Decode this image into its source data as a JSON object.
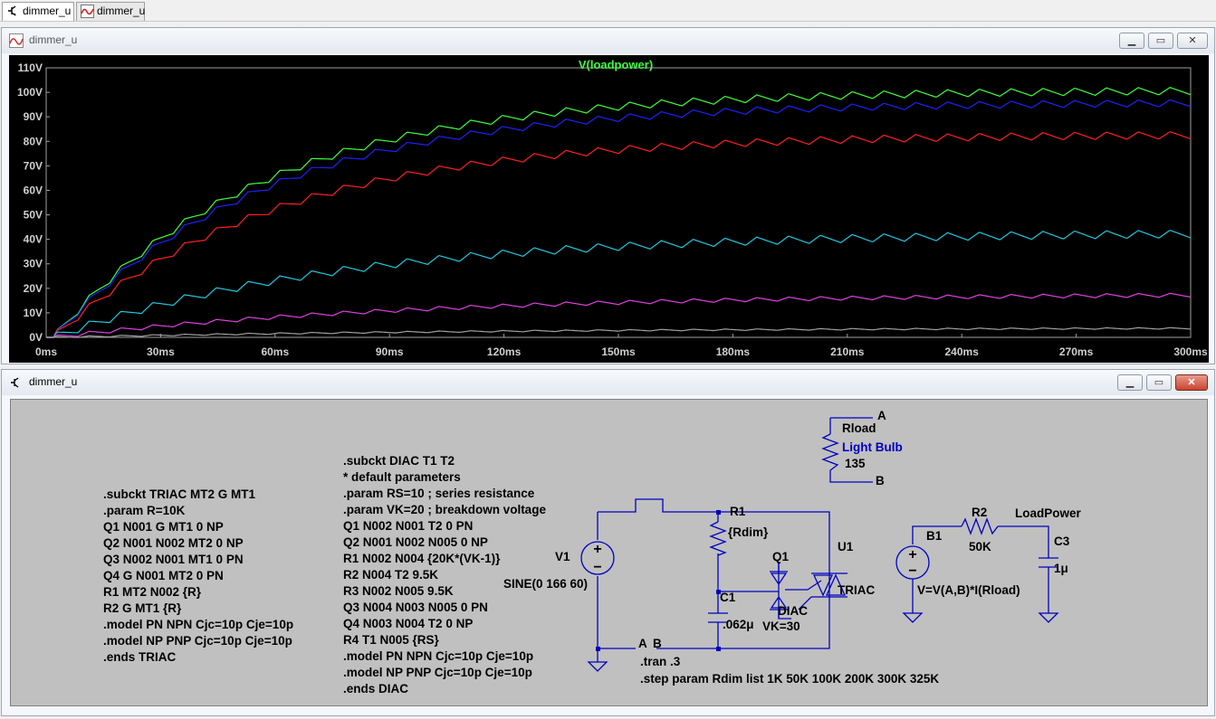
{
  "tabs": [
    {
      "label": "dimmer_u",
      "icon": "schematic-icon",
      "active": true
    },
    {
      "label": "dimmer_u",
      "icon": "waveform-icon",
      "active": false
    }
  ],
  "plot_window": {
    "title": "dimmer_u",
    "buttons": [
      "minimize",
      "restore",
      "close"
    ]
  },
  "schematic_window": {
    "title": "dimmer_u",
    "buttons": [
      "minimize",
      "restore",
      "close"
    ]
  },
  "chart_data": {
    "type": "line",
    "title": "V(loadpower)",
    "xlabel": "",
    "ylabel": "",
    "xlim": [
      0,
      300
    ],
    "ylim": [
      0,
      110
    ],
    "x_unit": "ms",
    "y_unit": "V",
    "x_ticks": [
      "0ms",
      "30ms",
      "60ms",
      "90ms",
      "120ms",
      "150ms",
      "180ms",
      "210ms",
      "240ms",
      "270ms",
      "300ms"
    ],
    "y_ticks": [
      "0V",
      "10V",
      "20V",
      "30V",
      "40V",
      "50V",
      "60V",
      "70V",
      "80V",
      "90V",
      "100V",
      "110V"
    ],
    "grid": false,
    "series": [
      {
        "color": "#40ff40",
        "final": 101,
        "tau": 55,
        "ripple": 3.0
      },
      {
        "color": "#2020ff",
        "final": 96,
        "tau": 55,
        "ripple": 2.8
      },
      {
        "color": "#ff2020",
        "final": 83,
        "tau": 58,
        "ripple": 3.0
      },
      {
        "color": "#20c8e0",
        "final": 43,
        "tau": 75,
        "ripple": 3.2
      },
      {
        "color": "#e040e0",
        "final": 18,
        "tau": 95,
        "ripple": 1.6
      },
      {
        "color": "#a0a0a0",
        "final": 4,
        "tau": 120,
        "ripple": 0.6
      }
    ]
  },
  "schematic": {
    "triac_netlist": [
      ".subckt TRIAC MT2 G MT1",
      ".param R=10K",
      "Q1 N001 G MT1 0 NP",
      "Q2 N001 N002 MT2 0 NP",
      "Q3 N002 N001 MT1 0 PN",
      "Q4 G N001 MT2 0 PN",
      "R1 MT2 N002 {R}",
      "R2 G MT1 {R}",
      ".model PN NPN Cjc=10p Cje=10p",
      ".model NP PNP Cjc=10p Cje=10p",
      ".ends TRIAC"
    ],
    "diac_netlist": [
      ".subckt DIAC T1 T2",
      "* default parameters",
      ".param RS=10 ; series resistance",
      ".param VK=20 ; breakdown voltage",
      "Q1 N002 N001 T2 0 PN",
      "Q2 N001 N002 N005 0 NP",
      "R1 N002 N004 {20K*(VK-1)}",
      "R2 N004 T2 9.5K",
      "R3 N002 N005 9.5K",
      "Q3 N004 N003 N005 0 PN",
      "Q4 N003 N004 T2 0 NP",
      "R4 T1 N005 {RS}",
      ".model PN NPN Cjc=10p Cje=10p",
      ".model NP PNP Cjc=10p Cje=10p",
      ".ends DIAC"
    ],
    "rload_name": "Rload",
    "rload_desc": "Light Bulb",
    "rload_value": "135",
    "node_a": "A",
    "node_b": "B",
    "v1_name": "V1",
    "v1_value": "SINE(0 166 60)",
    "r1_name": "R1",
    "r1_value": "{Rdim}",
    "c1_name": "C1",
    "c1_value": ".062μ",
    "q1_name": "Q1",
    "q1_model": "DIAC",
    "q1_param": "VK=30",
    "u1_name": "U1",
    "u1_model": "TRIAC",
    "b1_name": "B1",
    "b1_value": "V=V(A,B)*I(Rload)",
    "r2_name": "R2",
    "r2_value": "50K",
    "c3_name": "C3",
    "c3_value": "1μ",
    "loadpower_label": "LoadPower",
    "tran_directive": ".tran .3",
    "step_directive": ".step param Rdim list 1K 50K 100K 200K 300K 325K",
    "node_a2": "A",
    "node_b2": "B"
  }
}
